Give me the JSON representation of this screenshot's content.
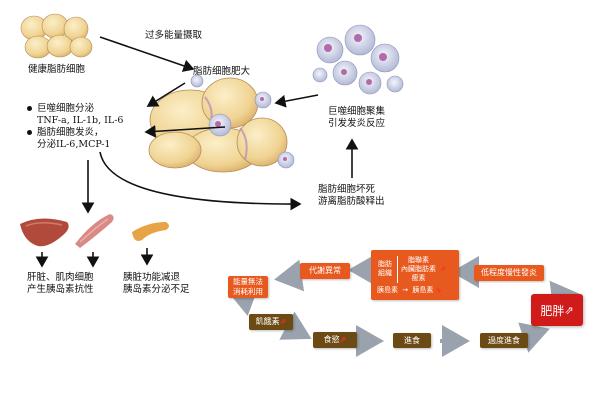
{
  "labels": {
    "healthy": "健康脂肪细胞",
    "excess_intake": "过多能量摄取",
    "hypertrophy": "脂肪细胞肥大",
    "macrophage_gather_1": "巨噬细胞聚集",
    "macrophage_gather_2": "引发发炎反应",
    "macro_secrete_1": "巨噬细胞分泌",
    "macro_secrete_2": "TNF-a, IL-1b, IL-6",
    "fat_inflam_1": "脂肪细胞发炎，",
    "fat_inflam_2": "分泌IL-6,MCP-1",
    "necrosis_1": "脂肪细胞坏死",
    "necrosis_2": "游离脂肪酸释出",
    "liver_muscle_1": "肝脏、肌肉细胞",
    "liver_muscle_2": "产生胰岛素抗性",
    "pancreas_1": "胰脏功能减退",
    "pancreas_2": "胰岛素分泌不足"
  },
  "cycle": {
    "metabolic_abnormal": "代謝異常",
    "fat_tissue": "脂肪組織",
    "leptin": "脂聯素",
    "endocannabinoid": "內臟脂肪素",
    "resistin": "瘦素",
    "insulin": "胰島素",
    "insulin_arrow_label": "胰島素",
    "chronic_inflammation": "低程度慢性發炎",
    "energy_1": "能量無法",
    "energy_2": "消耗利用",
    "hunger": "飢餓素",
    "appetite": "食慾",
    "eating": "進食",
    "overeating": "過度進食",
    "obesity": "肥胖"
  },
  "colors": {
    "orange_box": "#e8591f",
    "brown_box": "#6b4a14",
    "obesity_box": "#d11a1a",
    "fat_cell": "#f3d79a",
    "macrophage": "#c9cfe6"
  },
  "icons": [
    "liver-icon",
    "muscle-icon",
    "pancreas-icon",
    "macrophage-icon"
  ]
}
